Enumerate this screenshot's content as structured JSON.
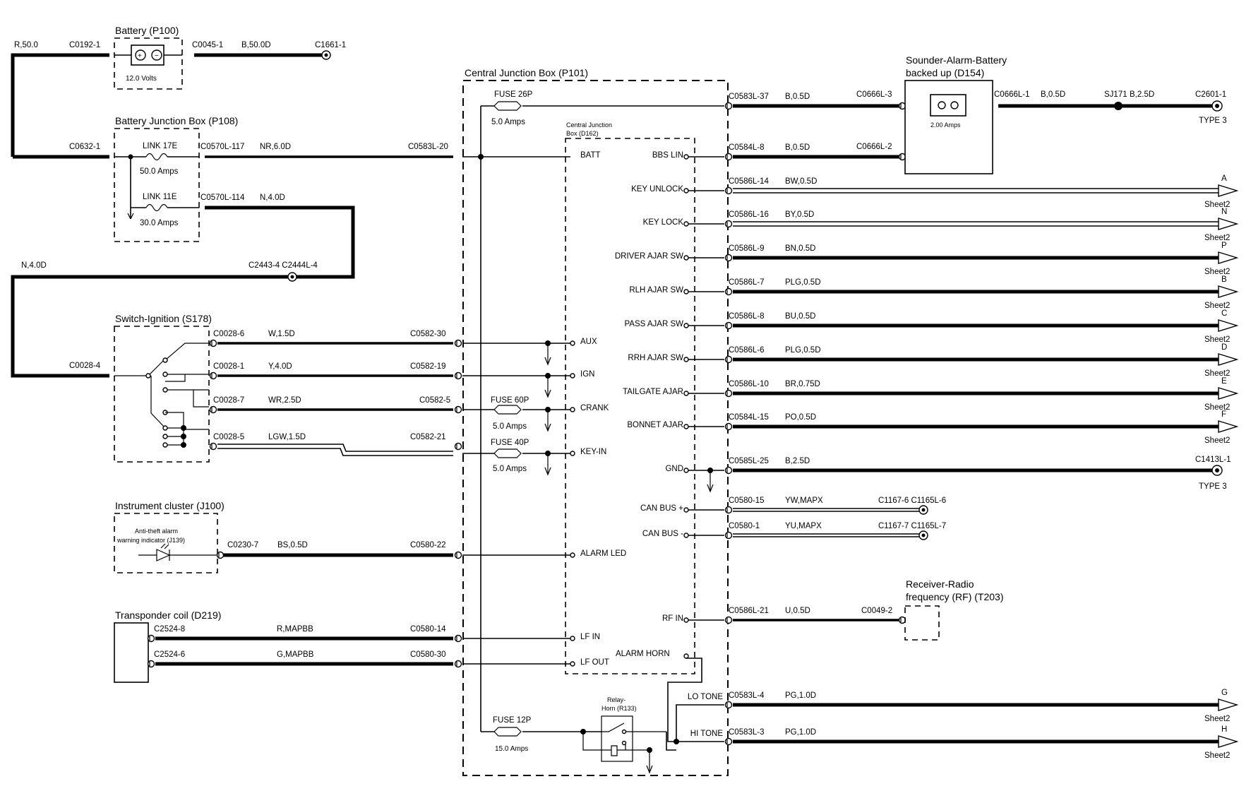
{
  "battery": {
    "title": "Battery (P100)",
    "volts": "12.0 Volts",
    "in_conn": "C0192-1",
    "out_conn": "C0045-1",
    "out_wire": "B,50.0D",
    "ground": "C1661-1",
    "left_wire": "R,50.0"
  },
  "batt_jbox": {
    "title": "Battery Junction Box (P108)",
    "in_conn": "C0632-1",
    "link1": {
      "name": "LINK 17E",
      "amps": "50.0 Amps",
      "conn": "C0570L-117",
      "wire": "NR,6.0D"
    },
    "link2": {
      "name": "LINK 11E",
      "amps": "30.0 Amps",
      "conn": "C0570L-114",
      "wire": "N,4.0D"
    }
  },
  "ign_feed": {
    "wire": "N,4.0D",
    "splice": "C2443-4 C2444L-4"
  },
  "switch": {
    "title": "Switch-Ignition (S178)",
    "in_conn": "C0028-4",
    "rows": [
      {
        "conn": "C0028-6",
        "wire": "W,1.5D",
        "cjb": "C0582-30",
        "pin": "AUX"
      },
      {
        "conn": "C0028-1",
        "wire": "Y,4.0D",
        "cjb": "C0582-19",
        "pin": "IGN"
      },
      {
        "conn": "C0028-7",
        "wire": "WR,2.5D",
        "cjb": "C0582-5",
        "pin": "CRANK"
      },
      {
        "conn": "C0028-5",
        "wire": "LGW,1.5D",
        "cjb": "C0582-21",
        "pin": "KEY-IN"
      }
    ]
  },
  "cluster": {
    "title": "Instrument cluster (J100)",
    "indicator": [
      "Anti-theft alarm",
      "warning indicator (J139)"
    ],
    "conn": "C0230-7",
    "wire": "BS,0.5D",
    "cjb": "C0580-22",
    "pin": "ALARM LED"
  },
  "transponder": {
    "title": "Transponder coil (D219)",
    "rows": [
      {
        "conn": "C2524-8",
        "wire": "R,MAPBB",
        "cjb": "C0580-14",
        "pin": "LF IN"
      },
      {
        "conn": "C2524-6",
        "wire": "G,MAPBB",
        "cjb": "C0580-30",
        "pin": "LF OUT"
      }
    ]
  },
  "cjb": {
    "title": "Central Junction Box (P101)",
    "inner_title": [
      "Central Junction",
      "Box (D162)"
    ],
    "batt_pin": "BATT",
    "batt_conn": "C0583L-20",
    "fuse26": {
      "name": "FUSE 26P",
      "amps": "5.0 Amps"
    },
    "fuse60": {
      "name": "FUSE 60P",
      "amps": "5.0 Amps"
    },
    "fuse40": {
      "name": "FUSE 40P",
      "amps": "5.0 Amps"
    },
    "fuse12": {
      "name": "FUSE 12P",
      "amps": "15.0 Amps"
    },
    "relay": [
      "Relay-",
      "Horn (R133)"
    ],
    "alarm_horn": "ALARM HORN"
  },
  "sounder": {
    "title": [
      "Sounder-Alarm-Battery",
      "backed up (D154)"
    ],
    "amps": "2.00 Amps",
    "in1": "C0666L-3",
    "in2": "C0666L-2",
    "out_conn": "C0666L-1",
    "out_wire": "B,0.5D",
    "splice": "SJ171",
    "splice_wire": "B,2.5D",
    "ground": "C2601-1",
    "ground_type": "TYPE 3"
  },
  "right_rows": [
    {
      "pin": "",
      "conn": "C0583L-37",
      "wire": "B,0.5D"
    },
    {
      "pin": "BBS LIN",
      "conn": "C0584L-8",
      "wire": "B,0.5D"
    },
    {
      "pin": "KEY UNLOCK",
      "conn": "C0586L-14",
      "wire": "BW,0.5D",
      "letter": "A",
      "sheet": "Sheet2"
    },
    {
      "pin": "KEY LOCK",
      "conn": "C0586L-16",
      "wire": "BY,0.5D",
      "letter": "N",
      "sheet": "Sheet2"
    },
    {
      "pin": "DRIVER AJAR SW",
      "conn": "C0586L-9",
      "wire": "BN,0.5D",
      "letter": "P",
      "sheet": "Sheet2"
    },
    {
      "pin": "RLH AJAR SW",
      "conn": "C0586L-7",
      "wire": "PLG,0.5D",
      "letter": "B",
      "sheet": "Sheet2"
    },
    {
      "pin": "PASS AJAR SW",
      "conn": "C0586L-8",
      "wire": "BU,0.5D",
      "letter": "C",
      "sheet": "Sheet2"
    },
    {
      "pin": "RRH AJAR SW",
      "conn": "C0586L-6",
      "wire": "PLG,0.5D",
      "letter": "D",
      "sheet": "Sheet2"
    },
    {
      "pin": "TAILGATE AJAR",
      "conn": "C0586L-10",
      "wire": "BR,0.75D",
      "letter": "E",
      "sheet": "Sheet2"
    },
    {
      "pin": "BONNET AJAR",
      "conn": "C0584L-15",
      "wire": "PO,0.5D",
      "letter": "F",
      "sheet": "Sheet2"
    },
    {
      "pin": "GND",
      "conn": "C0585L-25",
      "wire": "B,2.5D",
      "ground": "C1413L-1",
      "ground_type": "TYPE 3"
    },
    {
      "pin": "CAN BUS +",
      "conn": "C0580-15",
      "wire": "YW,MAPX",
      "far": "C1167-6 C1165L-6"
    },
    {
      "pin": "CAN BUS -",
      "conn": "C0580-1",
      "wire": "YU,MAPX",
      "far": "C1167-7 C1165L-7"
    },
    {
      "pin": "RF IN",
      "conn": "C0586L-21",
      "wire": "U,0.5D",
      "far": "C0049-2"
    },
    {
      "pin": "LO TONE",
      "conn": "C0583L-4",
      "wire": "PG,1.0D",
      "letter": "G",
      "sheet": "Sheet2"
    },
    {
      "pin": "HI TONE",
      "conn": "C0583L-3",
      "wire": "PG,1.0D",
      "letter": "H",
      "sheet": "Sheet2"
    }
  ],
  "receiver": {
    "title": [
      "Receiver-Radio",
      "frequency (RF) (T203)"
    ]
  }
}
